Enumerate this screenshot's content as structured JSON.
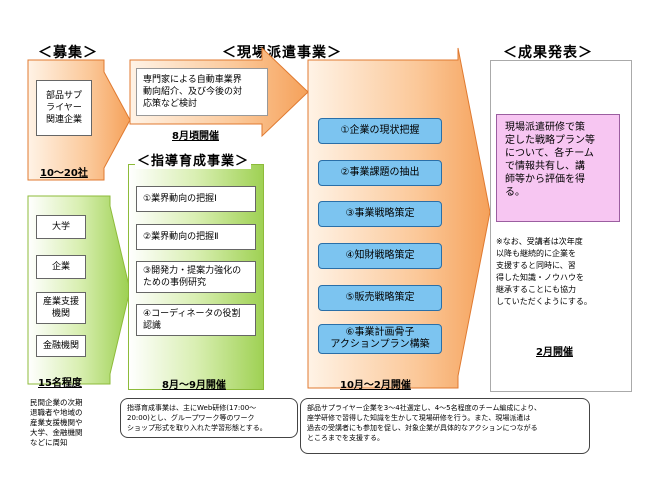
{
  "headers": {
    "recruit": "＜募集＞",
    "dispatch": "＜現場派遣事業＞",
    "results": "＜成果発表＞",
    "guidance": "＜指導育成事業＞"
  },
  "recruit": {
    "supplier_box": "部品サプ\nライヤー\n関連企業",
    "supplier_count": "10～20社",
    "org_boxes": [
      "大学",
      "企業",
      "産業支援\n機関",
      "金融機関"
    ],
    "org_count": "15名程度",
    "org_note": "民間企業の次期\n退職者や地域の\n産業支援機関や\n大学、金融機関\nなどに周知"
  },
  "seminar": {
    "text": "専門家による自動車業界\n動向紹介、及び今後の対\n応策など検討",
    "date": "8月頃開催"
  },
  "guidance": {
    "items": [
      "①業界動向の把握Ⅰ",
      "②業界動向の把握Ⅱ",
      "③開発力・提案力強化の\nための事例研究",
      "④コーディネータの役割\n認識"
    ],
    "date": "8月～9月開催",
    "callout": "指導育成事業は、主にWeb研修(17:00～\n20:00)とし、グループワーク等のワーク\nショップ形式を取り入れた学習形態とする。"
  },
  "dispatch": {
    "steps": [
      "①企業の現状把握",
      "②事業課題の抽出",
      "③事業戦略策定",
      "④知財戦略策定",
      "⑤販売戦略策定",
      "⑥事業計画骨子\nアクションプラン構築"
    ],
    "date": "10月～2月開催",
    "callout": "部品サプライヤー企業を3～4社選定し、4～5名程度のチーム編成により、\n座学研修で習得した知識を生かして現場研修を行う。また、現場派遣は\n過去の受講者にも参加を促し、対象企業が具体的なアクションにつながる\nところまでを支援する。"
  },
  "results": {
    "box": "現場派遣研修で策\n定した戦略プラン等\nについて、各チーム\nで情報共有し、講\n師等から評価を得\nる。",
    "note": "※なお、受講者は次年度\n以降も継続的に企業を\n支援すると同時に、習\n得した知識・ノウハウを\n継承することにも協力\nしていただくようにする。",
    "date": "2月開催"
  }
}
